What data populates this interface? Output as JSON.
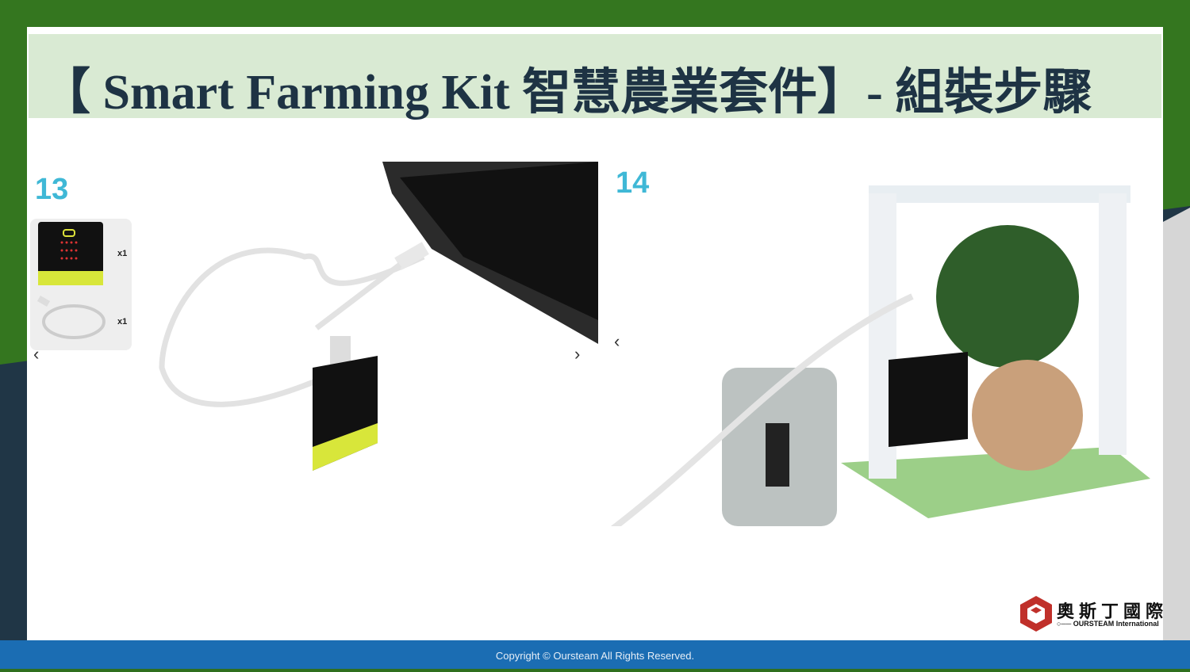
{
  "title": "【 Smart Farming Kit 智慧農業套件】- 組裝步驟",
  "steps": [
    {
      "number": "13",
      "parts": [
        {
          "qty": "x1"
        },
        {
          "qty": "x1"
        }
      ]
    },
    {
      "number": "14"
    }
  ],
  "nav": {
    "prev": "‹",
    "next": "›"
  },
  "logo": {
    "cn": "奧斯丁國際",
    "en": "○── OURSTEAM International"
  },
  "footer": "Copyright © Oursteam All Rights Reserved.",
  "colors": {
    "green": "#2f6f1e",
    "navy": "#1f3344",
    "blue": "#1b6db3",
    "title_bg": "#d9ead3",
    "step": "#3fb8d6"
  }
}
